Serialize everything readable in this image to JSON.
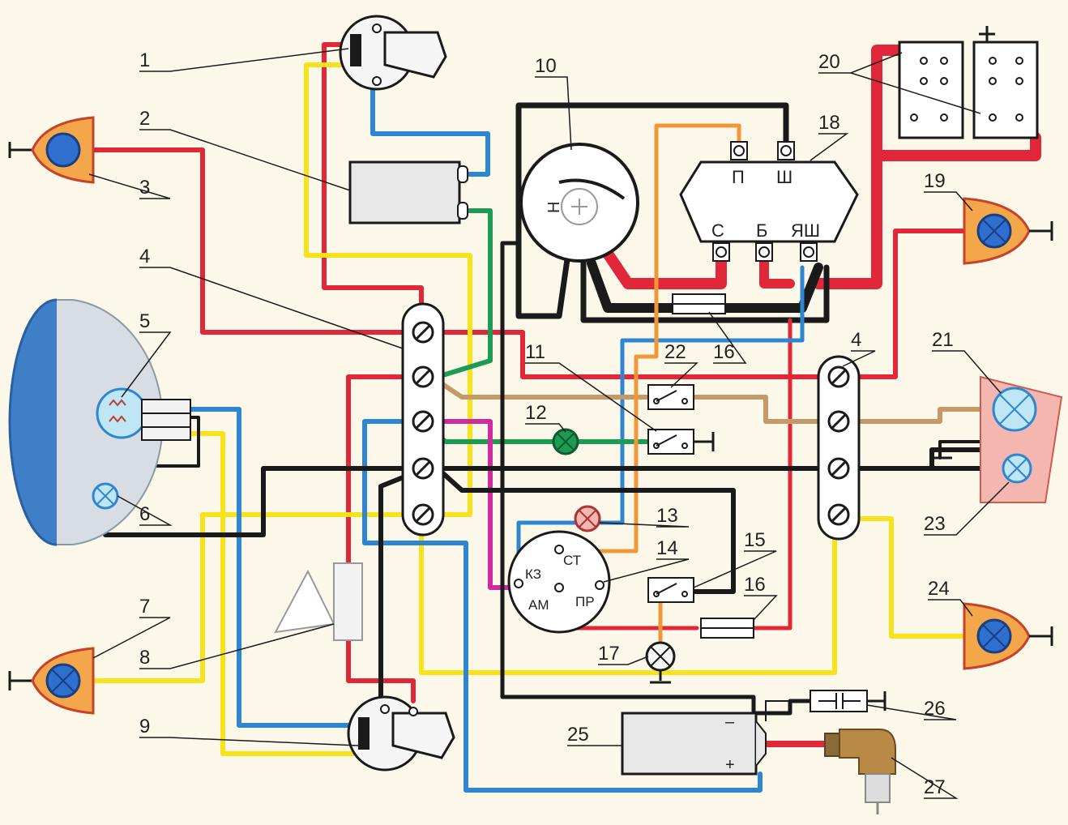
{
  "callouts": {
    "c1": "1",
    "c2": "2",
    "c3": "3",
    "c4a": "4",
    "c4b": "4",
    "c5": "5",
    "c6": "6",
    "c7": "7",
    "c8": "8",
    "c9": "9",
    "c10": "10",
    "c11": "11",
    "c12": "12",
    "c13": "13",
    "c14": "14",
    "c15": "15",
    "c16a": "16",
    "c16b": "16",
    "c17": "17",
    "c18": "18",
    "c19": "19",
    "c20": "20",
    "c21": "21",
    "c22": "22",
    "c23": "23",
    "c24": "24",
    "c25": "25",
    "c26": "26",
    "c27": "27"
  },
  "regulator": {
    "p": "П",
    "sh": "Ш",
    "s": "С",
    "b": "Б",
    "yash": "ЯШ"
  },
  "ignition_switch": {
    "kz": "КЗ",
    "st": "СТ",
    "am": "АМ",
    "pr": "ПР"
  },
  "generator": {
    "mark": "Н"
  },
  "battery": {
    "minus": "–",
    "plus": "+"
  },
  "colors": {
    "red": "#e0283a",
    "yellow": "#f7e21b",
    "blue": "#2f86d0",
    "green": "#1d9b55",
    "black": "#1a1a1a",
    "orange": "#f0973a",
    "brown": "#c69a68",
    "magenta": "#cf2aa0"
  },
  "icons": {
    "lamp": "crossed-circle-lamp",
    "ground": "ground-bar",
    "switch": "switch-contact"
  }
}
